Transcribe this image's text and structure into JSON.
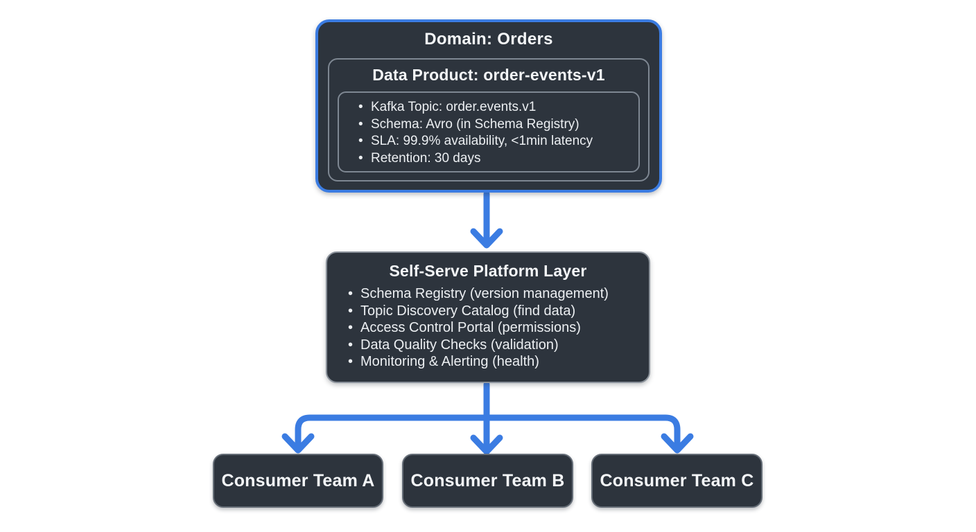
{
  "diagram": {
    "title_hint": "Data mesh / Kafka data product flow diagram",
    "domain_box": {
      "title": "Domain: Orders",
      "data_product": {
        "title": "Data Product: order-events-v1",
        "specs": [
          "Kafka Topic: order.events.v1",
          "Schema: Avro (in Schema Registry)",
          "SLA: 99.9% availability, <1min latency",
          "Retention: 30 days"
        ]
      }
    },
    "platform_box": {
      "title": "Self-Serve Platform Layer",
      "capabilities": [
        "Schema Registry (version management)",
        "Topic Discovery Catalog (find data)",
        "Access Control Portal (permissions)",
        "Data Quality Checks (validation)",
        "Monitoring & Alerting (health)"
      ]
    },
    "consumers": [
      {
        "label": "Consumer Team A"
      },
      {
        "label": "Consumer Team B"
      },
      {
        "label": "Consumer Team C"
      }
    ],
    "colors": {
      "background": "#ffffff",
      "node_fill": "#2d343d",
      "domain_border_blue": "#3b7ce2",
      "arrow_blue": "#3b7ce2",
      "inner_border_gray": "#7e8792",
      "platform_border_gray": "#8a919a",
      "consumer_border_gray": "#656d77",
      "text": "#f4f6f8"
    }
  }
}
